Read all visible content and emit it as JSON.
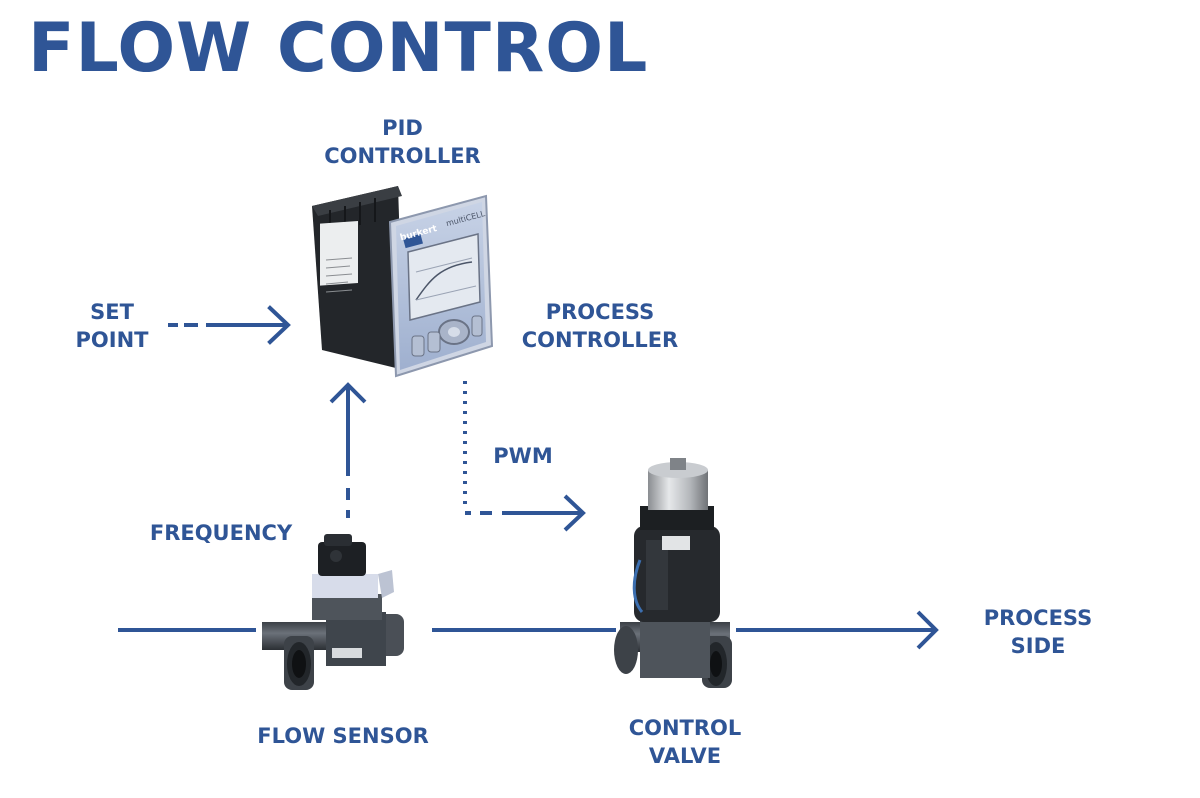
{
  "title": "FLOW CONTROL",
  "colors": {
    "accent": "#2F5596"
  },
  "labels": {
    "pid_controller": [
      "PID",
      "CONTROLLER"
    ],
    "set_point": [
      "SET",
      "POINT"
    ],
    "process_controller": [
      "PROCESS",
      "CONTROLLER"
    ],
    "pwm": "PWM",
    "frequency": "FREQUENCY",
    "flow_sensor": "FLOW SENSOR",
    "control_valve": [
      "CONTROL",
      "VALVE"
    ],
    "process_side": [
      "PROCESS",
      "SIDE"
    ]
  },
  "device_text": {
    "brand": "burkert",
    "model": "multiCELL"
  }
}
